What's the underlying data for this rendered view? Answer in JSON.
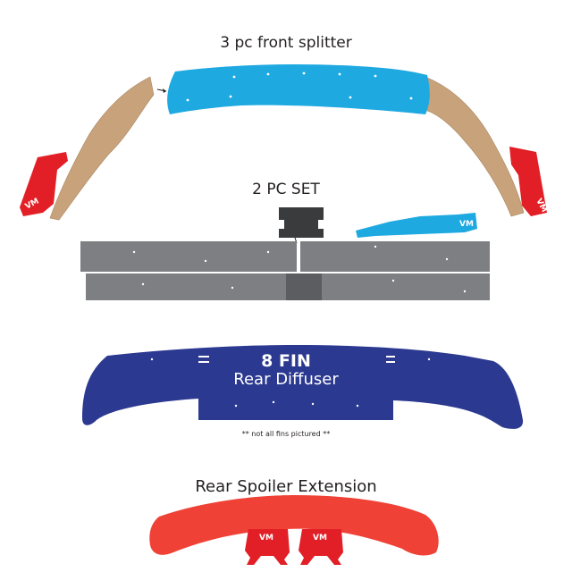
{
  "labels": {
    "front_splitter": "3 pc front splitter",
    "side_set": "2 PC SET",
    "diffuser_count": "8 FIN",
    "diffuser_name": "Rear Diffuser",
    "diffuser_note": "** not all fins pictured **",
    "spoiler": "Rear Spoiler Extension"
  },
  "logo_text": "VM",
  "colors": {
    "splitter_center": "#1ea9e1",
    "splitter_side": "#c8a27a",
    "endplate_red": "#e21f26",
    "side_skirt_gray": "#7d7f82",
    "bracket_dark": "#3a3b3d",
    "diffuser_blue": "#2b3990",
    "spoiler_red": "#ef4136"
  }
}
